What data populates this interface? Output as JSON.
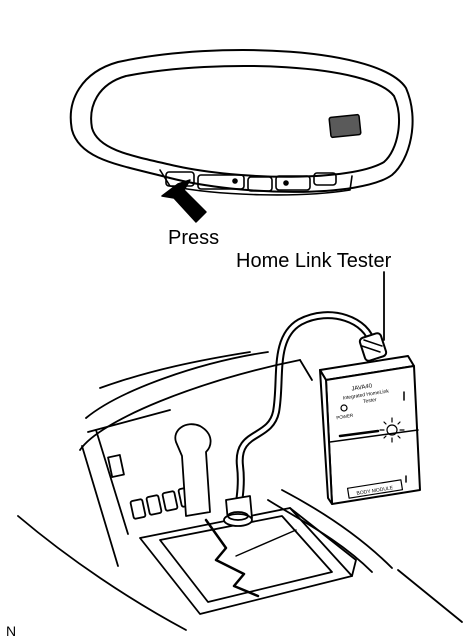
{
  "labels": {
    "press": "Press",
    "tester": "Home Link Tester",
    "corner_code": "N"
  },
  "tester_device": {
    "model": "JAVA40",
    "name_line1": "Integrated HomeLink",
    "name_line2": "Tester",
    "power": "POWER",
    "bottom_text": "BODY MODULE"
  },
  "colors": {
    "ink": "#000000",
    "background": "#ffffff",
    "mirror_glass": "#ffffff",
    "button_light": "#5a5a5a"
  }
}
